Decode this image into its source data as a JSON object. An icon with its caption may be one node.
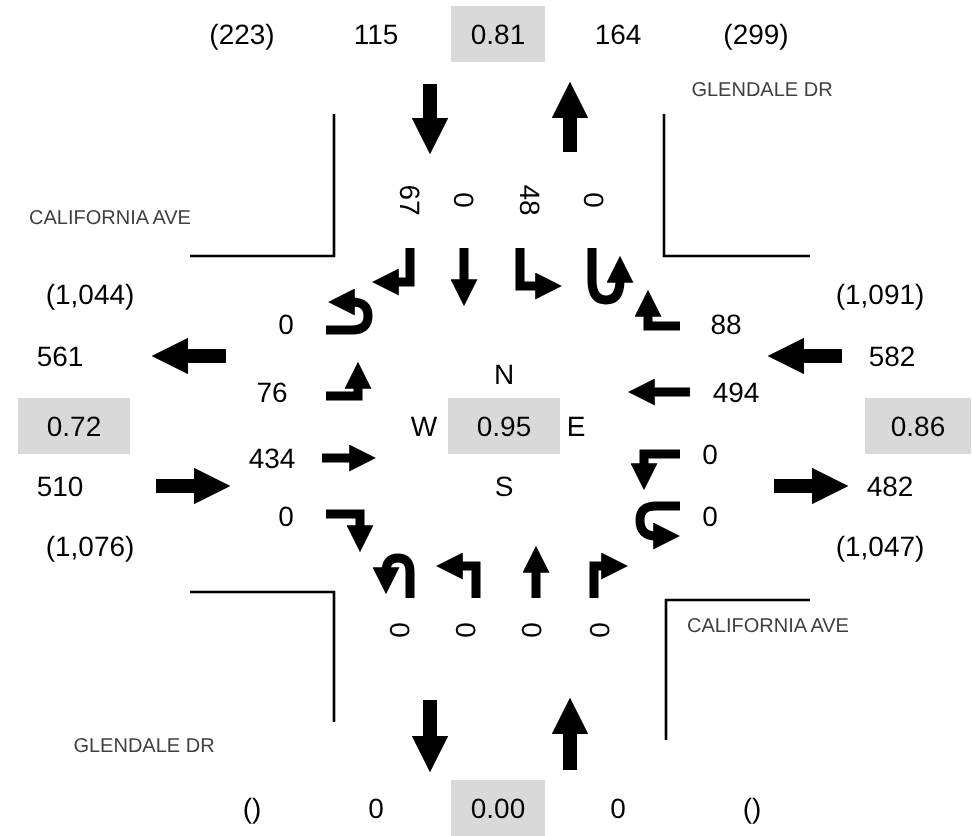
{
  "diagram": {
    "labels": [
      "(223)",
      "115",
      "0.81",
      "164",
      "(299)",
      "GLENDALE DR",
      "CALIFORNIA AVE",
      "67",
      "0",
      "48",
      "0",
      "(1,044)",
      "(1,091)",
      "0",
      "88",
      "561",
      "582",
      "N",
      "76",
      "494",
      "0.72",
      "W",
      "0.95",
      "E",
      "0.86",
      "434",
      "0",
      "510",
      "S",
      "482",
      "0",
      "0",
      "(1,076)",
      "(1,047)",
      "0",
      "0",
      "0",
      "0",
      "CALIFORNIA AVE",
      "GLENDALE DR",
      "()",
      "0",
      "0.00",
      "0",
      "()"
    ]
  }
}
